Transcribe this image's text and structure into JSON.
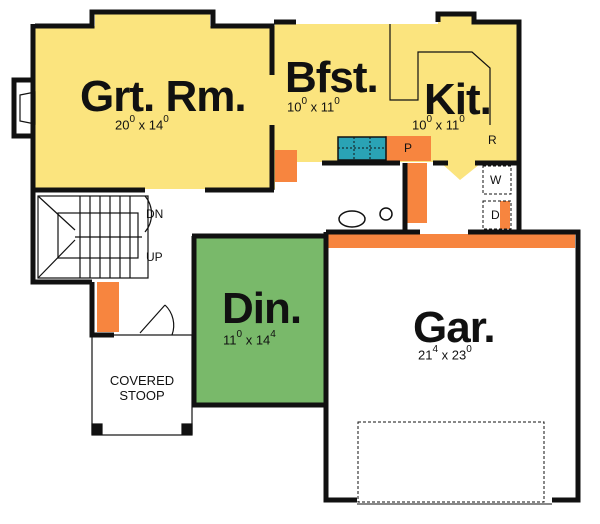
{
  "colors": {
    "living": "#fbe47e",
    "dining": "#79b96a",
    "garage": "#ffffff",
    "accent_orange": "#f7853f",
    "accent_teal": "#2aa3b5",
    "wall": "#111111"
  },
  "rooms": {
    "great_room": {
      "name": "Grt. Rm.",
      "w": "20",
      "w_in": "0",
      "d": "14",
      "d_in": "0"
    },
    "breakfast": {
      "name": "Bfst.",
      "w": "10",
      "w_in": "0",
      "d": "11",
      "d_in": "0"
    },
    "kitchen": {
      "name": "Kit.",
      "w": "10",
      "w_in": "0",
      "d": "11",
      "d_in": "0"
    },
    "dining": {
      "name": "Din.",
      "w": "11",
      "w_in": "0",
      "d": "14",
      "d_in": "4"
    },
    "garage": {
      "name": "Gar.",
      "w": "21",
      "w_in": "4",
      "d": "23",
      "d_in": "0"
    }
  },
  "labels": {
    "pantry": "P",
    "refrigerator": "R",
    "washer": "W",
    "dryer": "D",
    "stair_down": "DN",
    "stair_up": "UP",
    "stoop_line1": "COVERED",
    "stoop_line2": "STOOP",
    "times": "x"
  }
}
